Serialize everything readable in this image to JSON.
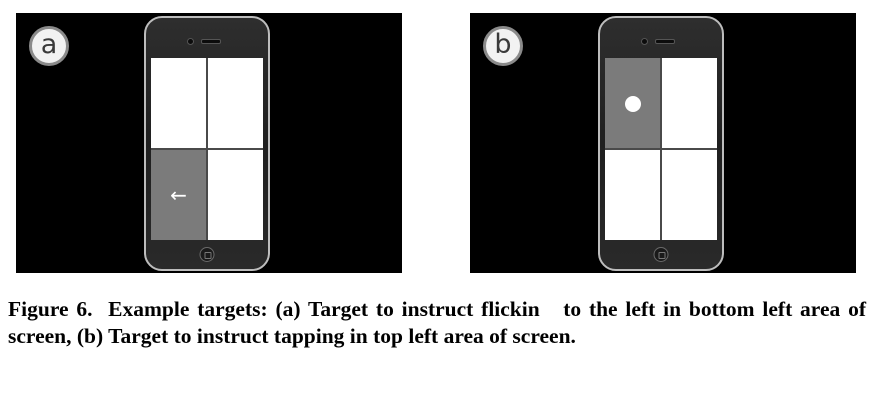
{
  "figure": {
    "panels": [
      {
        "label": "a",
        "active_cell": "bottom-left",
        "target_icon": "left-arrow-icon",
        "target_glyph": "←"
      },
      {
        "label": "b",
        "active_cell": "top-left",
        "target_icon": "dot-icon"
      }
    ],
    "colors": {
      "panel_background": "#000000",
      "active_cell": "#7b7b7b",
      "inactive_cell": "#ffffff"
    }
  },
  "caption": "Figure 6.  Example targets: (a) Target to instruct flickin   to the left in bottom left area of screen, (b) Target to instruct tapping in top left area of screen."
}
